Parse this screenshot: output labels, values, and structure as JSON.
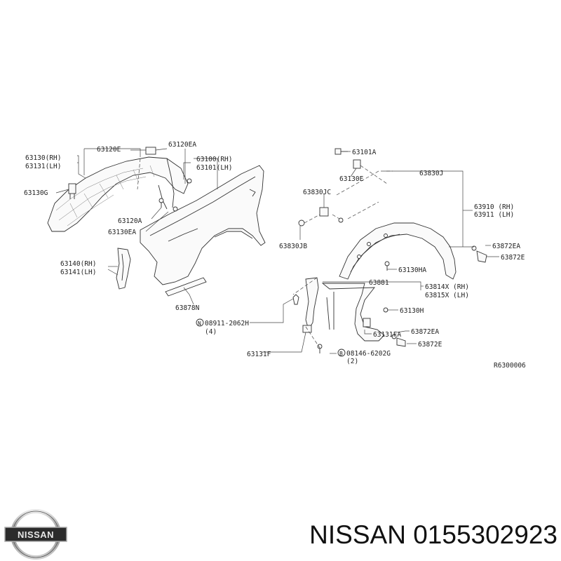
{
  "labels": {
    "l63120E": "63120E",
    "l63120EA": "63120EA",
    "l63130RH": "63130(RH)",
    "l63131LH": "63131(LH)",
    "l63130G": "63130G",
    "l63100RH": "63100(RH)",
    "l63101LH": "63101(LH)",
    "l63120A": "63120A",
    "l63130EA": "63130EA",
    "l63140RH": "63140(RH)",
    "l63141LH": "63141(LH)",
    "l63878N": "63878N",
    "l08911": "08911-2062H",
    "l08911q": "(4)",
    "l08911sym": "N",
    "l63131F": "63131F",
    "l63101A": "63101A",
    "l63130E": "63130E",
    "l63830J": "63830J",
    "l63830JC": "63830JC",
    "l63830JB": "63830JB",
    "l63910RH": "63910 (RH)",
    "l63911LH": "63911 (LH)",
    "l63872EA_a": "63872EA",
    "l63872E_a": "63872E",
    "l63130HA": "63130HA",
    "l63881": "63881",
    "l63814X": "63814X (RH)",
    "l63815X": "63815X (LH)",
    "l63130H": "63130H",
    "l63131FA": "63131FA",
    "l63872EA_b": "63872EA",
    "l63872E_b": "63872E",
    "l08146": "08146-6202G",
    "l08146q": "(2)",
    "l08146sym": "B",
    "ref": "R6300006"
  },
  "logo": {
    "text": "NISSAN"
  },
  "caption": {
    "brand": "NISSAN",
    "part_number": "0155302923"
  }
}
